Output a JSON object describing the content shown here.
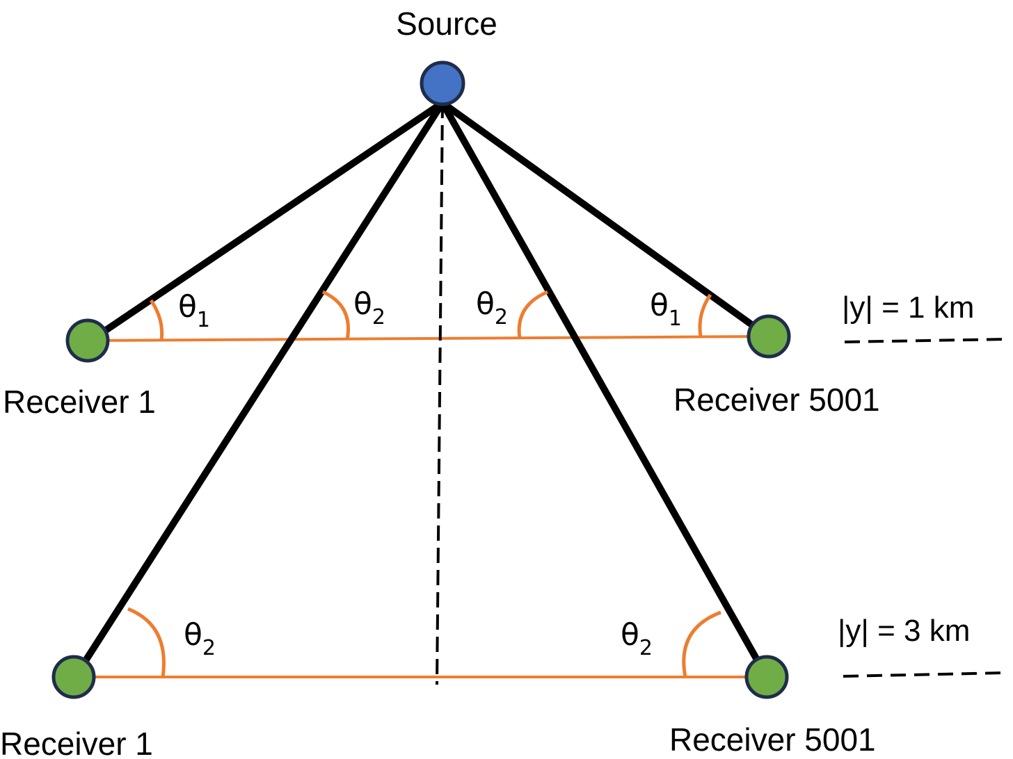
{
  "diagram": {
    "source_label": "Source",
    "receivers": {
      "level1_left": "Receiver 1",
      "level1_right": "Receiver 5001",
      "level2_left": "Receiver 1",
      "level2_right": "Receiver 5001"
    },
    "angle_symbols": {
      "theta": "θ",
      "sub1": "1",
      "sub2": "2"
    },
    "levels": {
      "level1": "|y| = 1 km",
      "level2": "|y| = 3 km"
    },
    "colors": {
      "source_fill": "#4472C4",
      "receiver_fill": "#70AD47",
      "node_stroke": "#1F2D4A",
      "ray": "#000000",
      "baseline": "#ED7D31",
      "angle_arc": "#ED7D31"
    }
  }
}
